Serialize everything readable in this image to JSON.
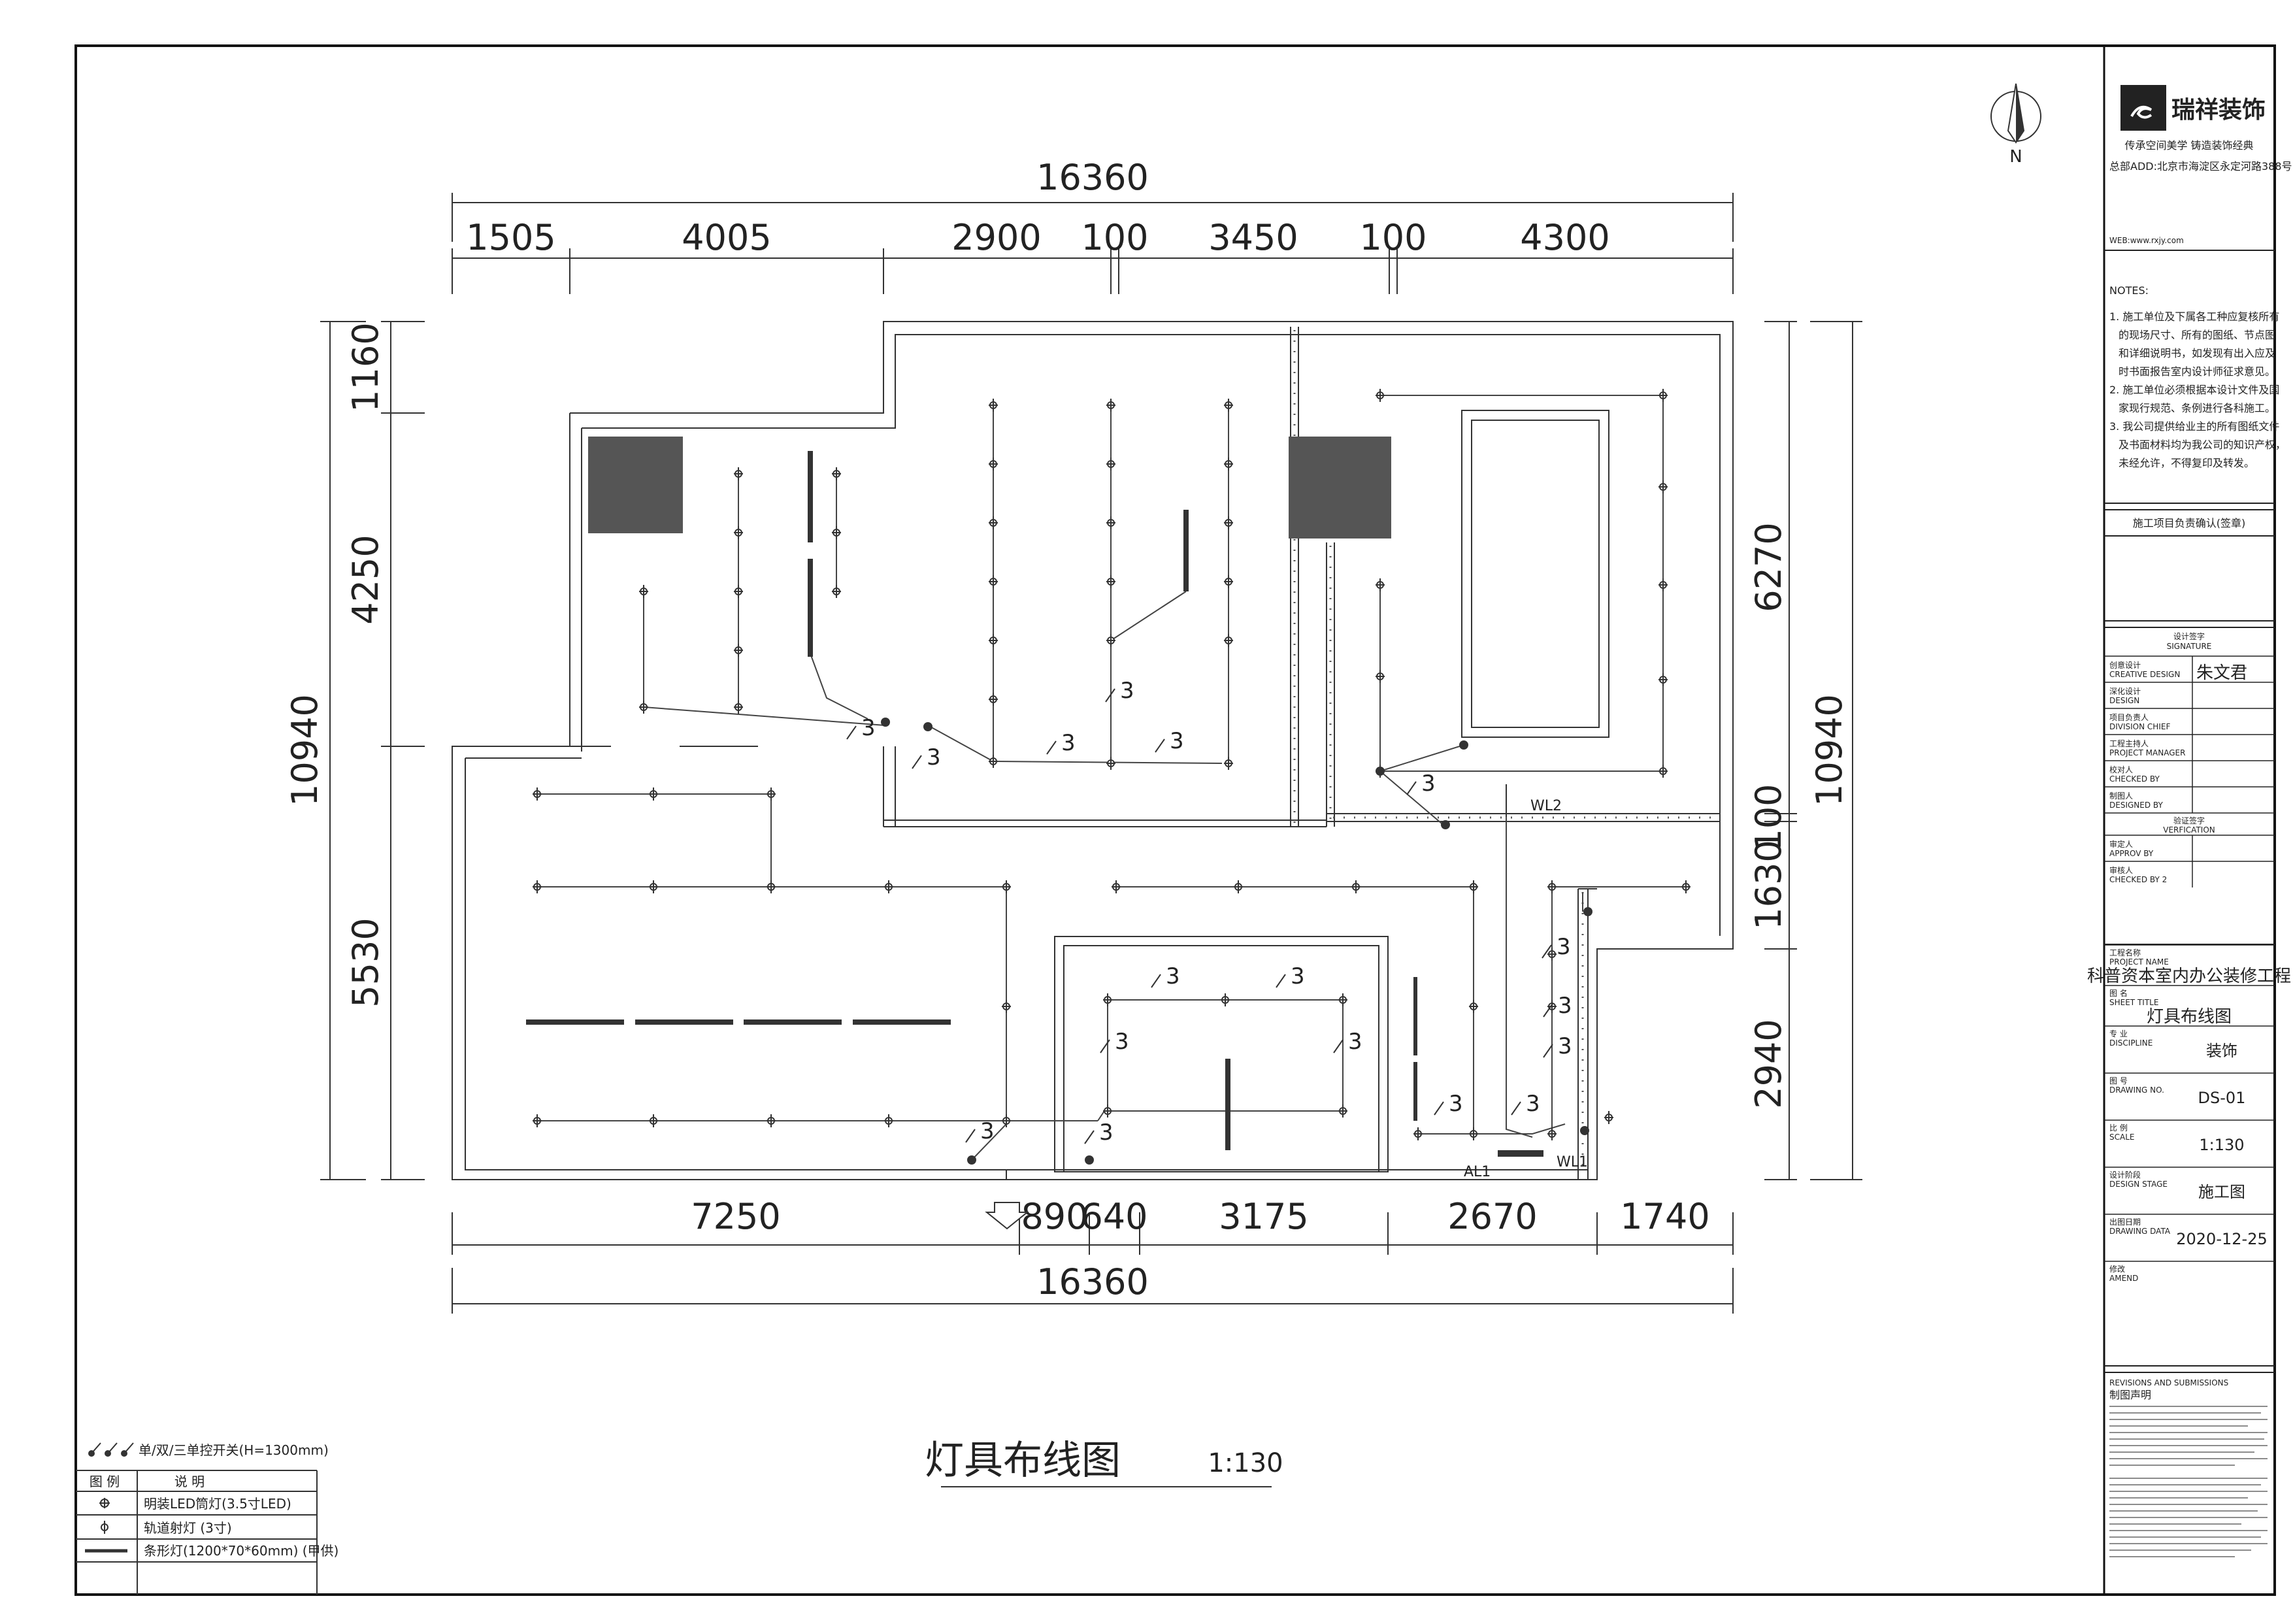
{
  "dimensions": {
    "top_total": "16360",
    "top_segments": [
      "1505",
      "4005",
      "2900",
      "100",
      "3450",
      "100",
      "4300"
    ],
    "bottom_segments": [
      "7250",
      "890",
      "640",
      "3175",
      "2670",
      "1740"
    ],
    "bottom_total": "16360",
    "left_total": "10940",
    "left_segments": [
      "1160",
      "4250",
      "5530"
    ],
    "right_total": "10940",
    "right_segments": [
      "6270",
      "100",
      "1630",
      "2940"
    ]
  },
  "circuit_labels": {
    "wl1": "WL1",
    "wl2": "WL2",
    "al1": "AL1",
    "wire_count": "3"
  },
  "title": {
    "main": "灯具布线图",
    "scale": "1:130"
  },
  "legend": {
    "switch_text": "单/双/三单控开关(H=1300mm)",
    "header_icon": "图 例",
    "header_desc": "说 明",
    "rows": [
      {
        "icon": "downlight-icon",
        "text": "明装LED筒灯(3.5寸LED)"
      },
      {
        "icon": "track-spotlight-icon",
        "text": "轨道射灯 (3寸)"
      },
      {
        "icon": "strip-light-icon",
        "text": "条形灯(1200*70*60mm) (甲供)"
      }
    ]
  },
  "north": {
    "label": "N"
  },
  "title_block": {
    "company_name": "瑞祥装饰",
    "slogan": "传承空间美学 铸造装饰经典",
    "address": "总部ADD:北京市海淀区永定河路388号",
    "web": "WEB:www.rxjy.com",
    "notes_title": "NOTES:",
    "notes": [
      "1. 施工单位及下属各工种应复核所有",
      "的现场尺寸、所有的图纸、节点图",
      "和详细说明书，如发现有出入应及",
      "时书面报告室内设计师征求意见。",
      "2. 施工单位必须根据本设计文件及国",
      "家现行规范、条例进行各科施工。",
      "3. 我公司提供给业主的所有图纸文件",
      "及书面材料均为我公司的知识产权，",
      "未经允许，不得复印及转发。"
    ],
    "confirm_label": "施工项目负责确认(签章)",
    "signature_header_cn": "设计签字",
    "signature_header_en": "SIGNATURE",
    "sign_rows": [
      {
        "cn": "创意设计",
        "en": "CREATIVE DESIGN",
        "value": "朱文君"
      },
      {
        "cn": "深化设计",
        "en": "DESIGN",
        "value": ""
      },
      {
        "cn": "项目负责人",
        "en": "DIVISION CHIEF",
        "value": ""
      },
      {
        "cn": "工程主持人",
        "en": "PROJECT MANAGER",
        "value": ""
      },
      {
        "cn": "校对人",
        "en": "CHECKED BY",
        "value": ""
      },
      {
        "cn": "制图人",
        "en": "DESIGNED BY",
        "value": ""
      }
    ],
    "verify_header_cn": "验证签字",
    "verify_header_en": "VERFICATION",
    "verify_rows": [
      {
        "cn": "审定人",
        "en": "APPROV BY"
      },
      {
        "cn": "审核人",
        "en": "CHECKED BY 2"
      }
    ],
    "project_label_cn": "工程名称",
    "project_label_en": "PROJECT NAME",
    "project_name": "科普资本室内办公装修工程",
    "sheet_label_cn": "图 名",
    "sheet_label_en": "SHEET TITLE",
    "sheet_title": "灯具布线图",
    "discipline_label_cn": "专 业",
    "discipline_label_en": "DISCIPLINE",
    "discipline": "装饰",
    "drawing_no_label_cn": "图 号",
    "drawing_no_label_en": "DRAWING NO.",
    "drawing_no": "DS-01",
    "scale_label_cn": "比 例",
    "scale_label_en": "SCALE",
    "scale": "1:130",
    "stage_label_cn": "设计阶段",
    "stage_label_en": "DESIGN STAGE",
    "stage": "施工图",
    "date_label_cn": "出图日期",
    "date_label_en": "DRAWING DATA",
    "date": "2020-12-25",
    "amend_label_cn": "修改",
    "amend_label_en": "AMEND",
    "revisions_title": "REVISIONS AND SUBMISSIONS",
    "revisions_sub": "制图声明"
  }
}
